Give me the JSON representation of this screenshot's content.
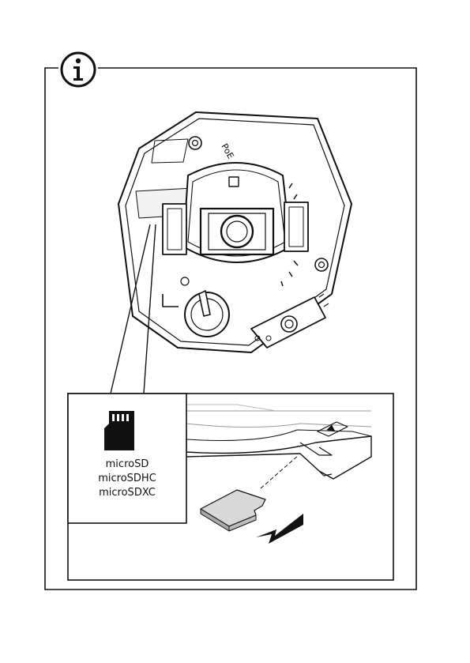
{
  "camera": {
    "poe_label": "PoE"
  },
  "card_types": [
    "microSD",
    "microSDHC",
    "microSDXC"
  ]
}
